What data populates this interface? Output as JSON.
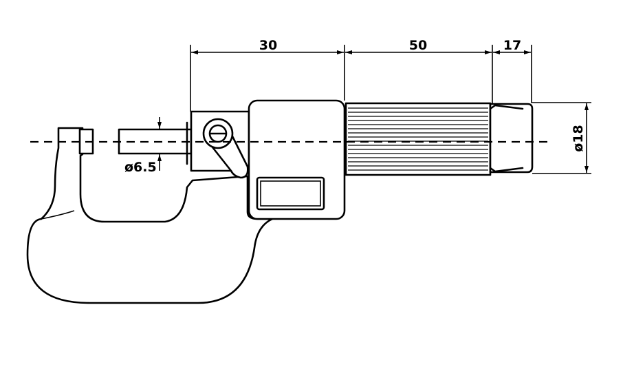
{
  "drawing": {
    "subject": "outside micrometer with digital display",
    "dimensions": {
      "sleeve_length": "30",
      "thimble_length": "50",
      "ratchet_length": "17",
      "thimble_diameter": "ø18",
      "spindle_diameter": "ø6.5"
    }
  },
  "colors": {
    "line": "#000000",
    "background": "#ffffff"
  }
}
